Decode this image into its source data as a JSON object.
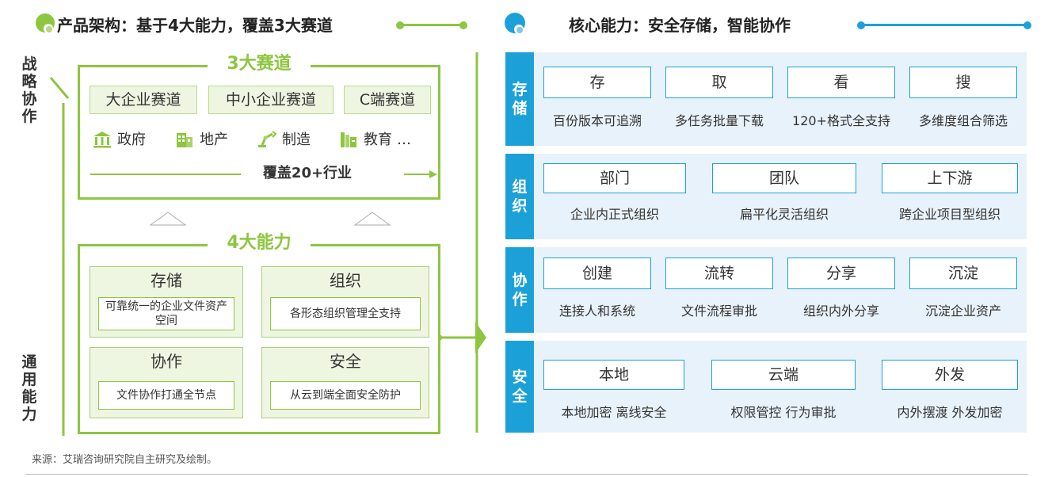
{
  "left_header": {
    "title": "产品架构：基于4大能力，覆盖3大赛道"
  },
  "right_header": {
    "title": "核心能力：安全存储，智能协作"
  },
  "side_labels": {
    "top": "战略协作",
    "bottom": "通用能力"
  },
  "tracks": {
    "title": "3大赛道",
    "items": [
      "大企业赛道",
      "中小企业赛道",
      "C端赛道"
    ],
    "industries": [
      {
        "label": "政府",
        "icon": "government-building-icon"
      },
      {
        "label": "地产",
        "icon": "office-building-icon"
      },
      {
        "label": "制造",
        "icon": "robot-arm-icon"
      },
      {
        "label": "教育",
        "icon": "books-icon"
      }
    ],
    "more": "…",
    "coverage": "覆盖20+行业"
  },
  "capabilities": {
    "title": "4大能力",
    "items": [
      {
        "title": "存储",
        "desc": "可靠统一的企业文件资产空间"
      },
      {
        "title": "组织",
        "desc": "各形态组织管理全支持"
      },
      {
        "title": "协作",
        "desc": "文件协作打通全节点"
      },
      {
        "title": "安全",
        "desc": "从云到端全面安全防护"
      }
    ]
  },
  "core": [
    {
      "label": "存储",
      "items": [
        {
          "name": "存",
          "desc": "百份版本可追溯"
        },
        {
          "name": "取",
          "desc": "多任务批量下载"
        },
        {
          "name": "看",
          "desc": "120+格式全支持"
        },
        {
          "name": "搜",
          "desc": "多维度组合筛选"
        }
      ]
    },
    {
      "label": "组织",
      "items": [
        {
          "name": "部门",
          "desc": "企业内正式组织"
        },
        {
          "name": "团队",
          "desc": "扁平化灵活组织"
        },
        {
          "name": "上下游",
          "desc": "跨企业项目型组织"
        }
      ]
    },
    {
      "label": "协作",
      "items": [
        {
          "name": "创建",
          "desc": "连接人和系统"
        },
        {
          "name": "流转",
          "desc": "文件流程审批"
        },
        {
          "name": "分享",
          "desc": "组织内外分享"
        },
        {
          "name": "沉淀",
          "desc": "沉淀企业资产"
        }
      ]
    },
    {
      "label": "安全",
      "items": [
        {
          "name": "本地",
          "desc": "本地加密 离线安全"
        },
        {
          "name": "云端",
          "desc": "权限管控 行为审批"
        },
        {
          "name": "外发",
          "desc": "内外摆渡 外发加密"
        }
      ]
    }
  ],
  "footer": {
    "source": "来源：艾瑞咨询研究院自主研究及绘制。"
  },
  "colors": {
    "green": "#8dc63f",
    "blue": "#1ba1d8",
    "light_blue": "#e8f2fa",
    "light_green": "#eef6e2"
  }
}
